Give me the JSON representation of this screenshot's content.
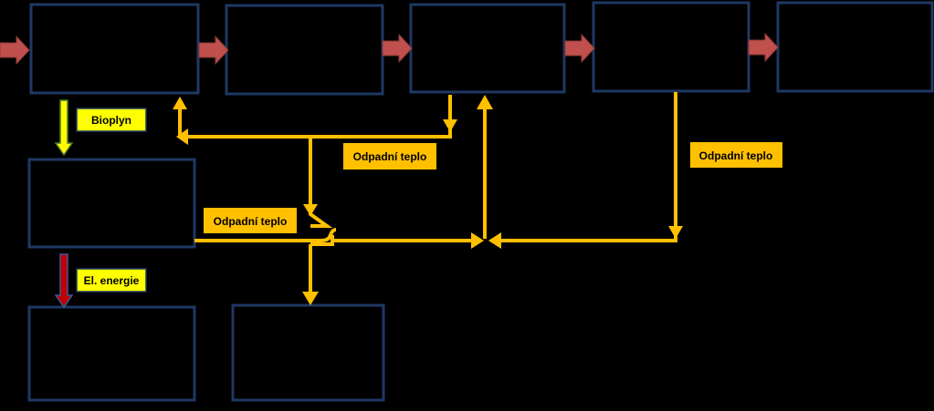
{
  "colors": {
    "background": "#000000",
    "box_border": "#1f3864",
    "heat_line": "#ffc000",
    "process_arrow": "#c0504d",
    "bioplyn_fill": "#ffff00",
    "energy_arrow": "#c00000",
    "label_heat_fill": "#ffc000",
    "label_yellow_fill": "#ffff00"
  },
  "labels": {
    "bioplyn": "Bioplyn",
    "el_energie": "El. energie",
    "heat_1": "Odpadní teplo",
    "heat_2": "Odpadní teplo",
    "heat_3": "Odpadní teplo"
  },
  "icons": {
    "process_arrow": "right-arrow-icon",
    "down_arrow": "down-arrow-icon"
  }
}
